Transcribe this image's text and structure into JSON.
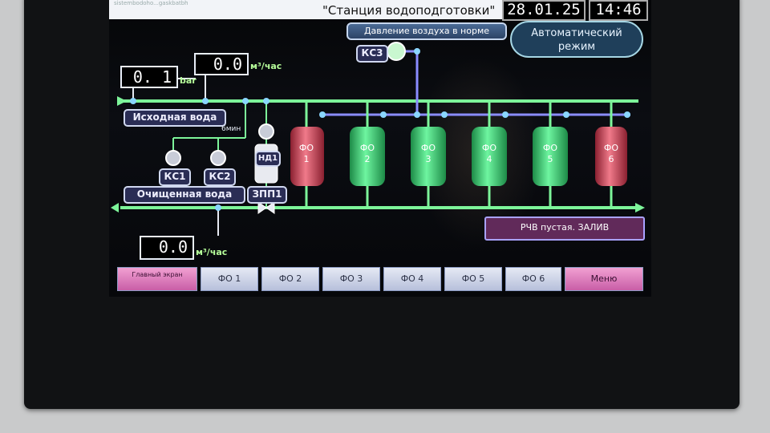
{
  "header": {
    "tiny_text": "sistembodoho...gaskbatbh",
    "title": "\"Станция водоподготовки\"",
    "date": "28.01.25",
    "time": "14:46"
  },
  "status": {
    "air_pressure": "Давление воздуха в норме",
    "mode": "Автоматический режим"
  },
  "inlet": {
    "pressure_value": "0. 1",
    "pressure_unit": "bar",
    "flow_value": "0.0",
    "flow_unit": "м³/час",
    "label": "Исходная вода"
  },
  "valves": {
    "ks1": "КС1",
    "ks2": "КС2",
    "ks3": "КС3",
    "nd1": "НД1",
    "zpp1": "ЗПП1",
    "timer_label": "6мин"
  },
  "outlet": {
    "label": "Очищенная вода",
    "flow_value": "0.0",
    "flow_unit": "м³/час"
  },
  "filters": [
    {
      "name": "ФО",
      "num": "1",
      "state": "red"
    },
    {
      "name": "ФО",
      "num": "2",
      "state": "green"
    },
    {
      "name": "ФО",
      "num": "3",
      "state": "green"
    },
    {
      "name": "ФО",
      "num": "4",
      "state": "green"
    },
    {
      "name": "ФО",
      "num": "5",
      "state": "green"
    },
    {
      "name": "ФО",
      "num": "6",
      "state": "red"
    }
  ],
  "alarm": "РЧВ пустая. ЗАЛИВ",
  "nav": {
    "home": "Главный экран",
    "fo1": "ФО 1",
    "fo2": "ФО 2",
    "fo3": "ФО 3",
    "fo4": "ФО 4",
    "fo5": "ФО 5",
    "fo6": "ФО 6",
    "menu": "Меню"
  },
  "colors": {
    "pipe_green": "#7df59a",
    "pipe_blue": "#8a8cff",
    "tank_green": "#3fd97a",
    "tank_red": "#d8495a"
  }
}
